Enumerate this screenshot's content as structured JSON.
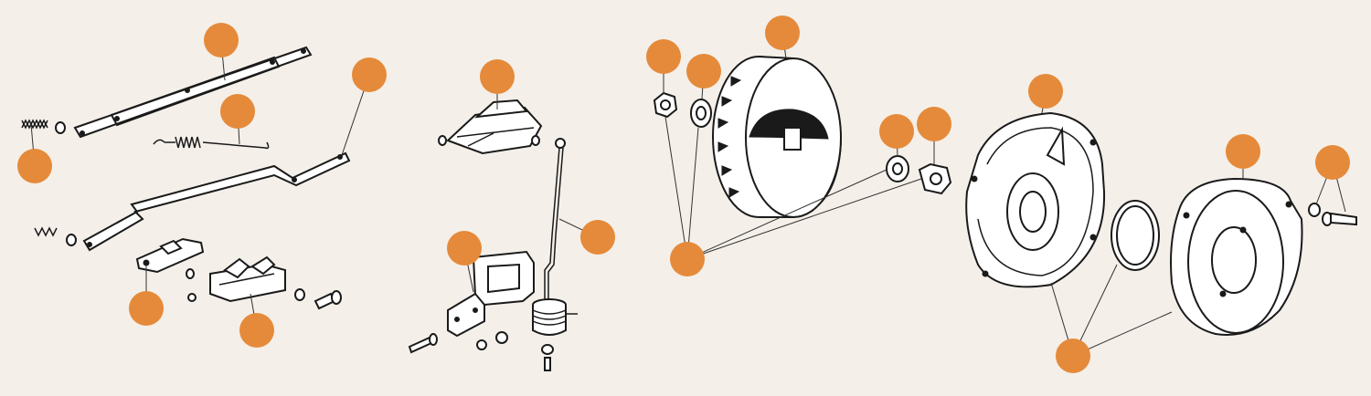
{
  "diagram": {
    "type": "exploded-parts-diagram",
    "background_color": "#f4efe9",
    "marker_color": "#e58a3a",
    "line_color": "#1a1a1a",
    "marker_count": 20,
    "part_groups": [
      {
        "id": "linkage",
        "parts": [
          "upper-link-rod",
          "lower-bent-link-rod",
          "tension-spring",
          "left-coil-spring",
          "lower-coil-spring",
          "washer",
          "small-bracket",
          "latch-mechanism",
          "screw"
        ]
      },
      {
        "id": "bracket-assembly",
        "parts": [
          "upper-latch-plate",
          "control-rod",
          "lever-bracket",
          "coil-cylinder",
          "bolt",
          "nut"
        ]
      },
      {
        "id": "fan-assembly",
        "parts": [
          "hex-nut",
          "keyed-washer",
          "cooling-fan-wheel",
          "spacer-washer",
          "hub-nut",
          "fan-housing-plate",
          "seal-ring",
          "cover-plate",
          "washer",
          "bolt"
        ]
      }
    ]
  }
}
